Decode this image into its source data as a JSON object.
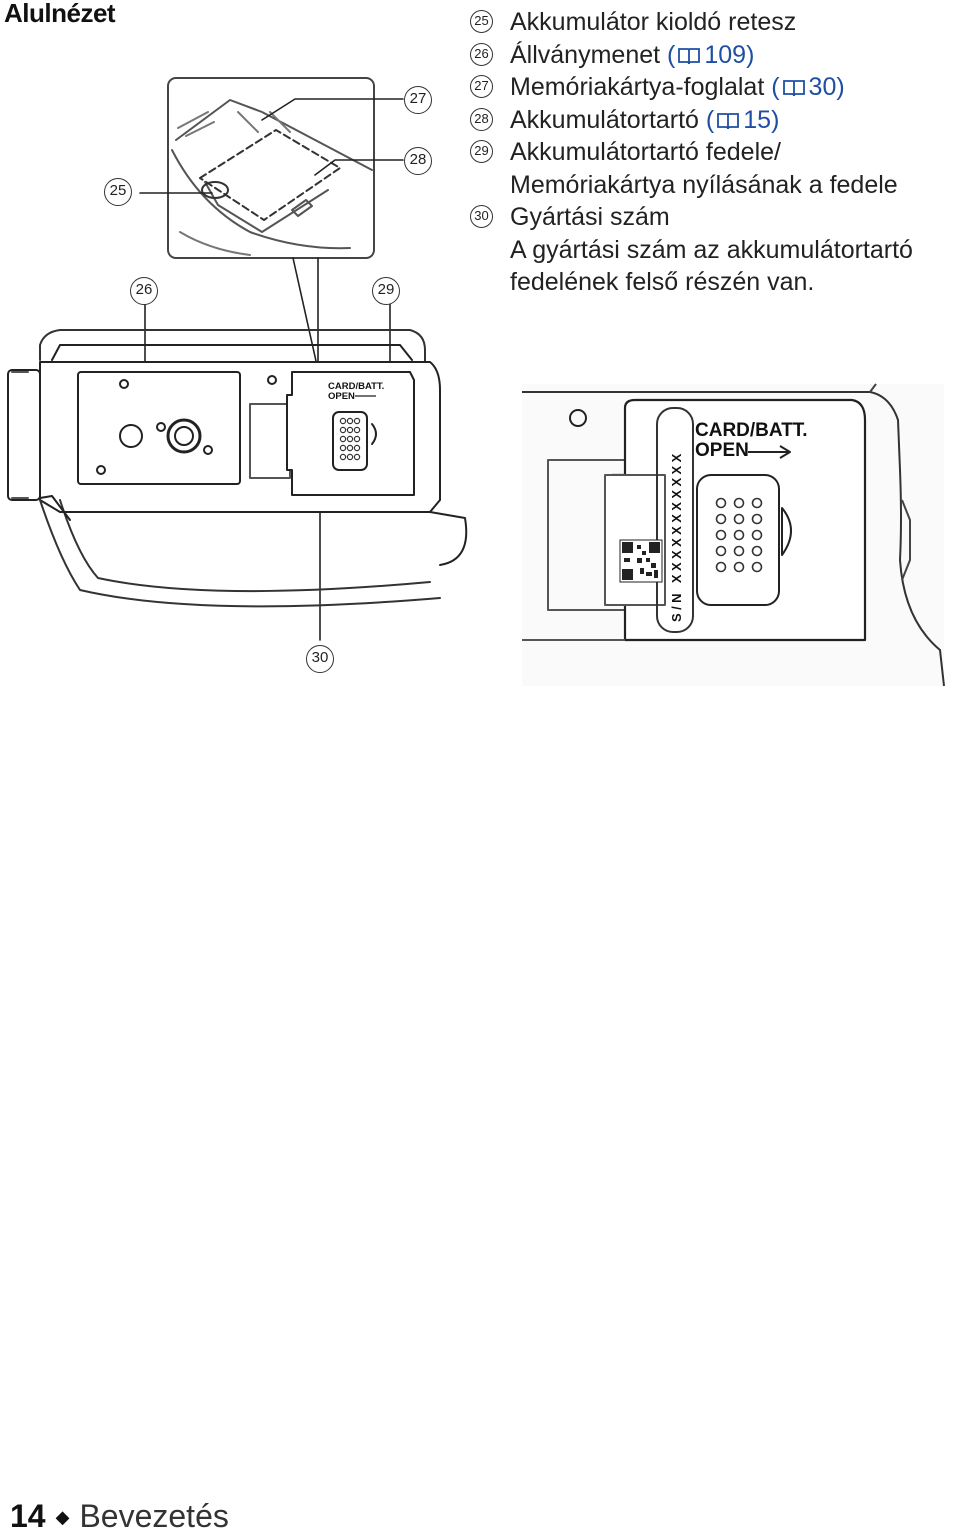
{
  "heading": "Alulnézet",
  "items": [
    {
      "num": "25",
      "label": "Akkumulátor kioldó retesz"
    },
    {
      "num": "26",
      "label": "Állványmenet",
      "page": "109"
    },
    {
      "num": "27",
      "label": "Memóriakártya-foglalat",
      "page": "30"
    },
    {
      "num": "28",
      "label": "Akkumulátortartó",
      "page": "15"
    },
    {
      "num": "29",
      "label": "Akkumulátortartó fedele/",
      "label2": "Memóriakártya nyílásának a fedele"
    },
    {
      "num": "30",
      "label": "Gyártási szám",
      "label2": "A gyártási szám az akkumulátortartó",
      "label3": "fedelének felső részén van."
    }
  ],
  "paren_open": "(",
  "paren_close": ")",
  "diagram": {
    "callouts": [
      "25",
      "26",
      "27",
      "28",
      "29",
      "30"
    ],
    "cover_label_1": "CARD/BATT.",
    "cover_label_2": "OPEN",
    "detail_label_1": "CARD/BATT.",
    "detail_label_2": "OPEN",
    "serial_text": "S/N XXXXXXXXXXX"
  },
  "footer": {
    "page_number": "14",
    "section": "Bevezetés"
  },
  "colors": {
    "accent_blue": "#1f4fa3",
    "ink": "#1a1a1a"
  }
}
